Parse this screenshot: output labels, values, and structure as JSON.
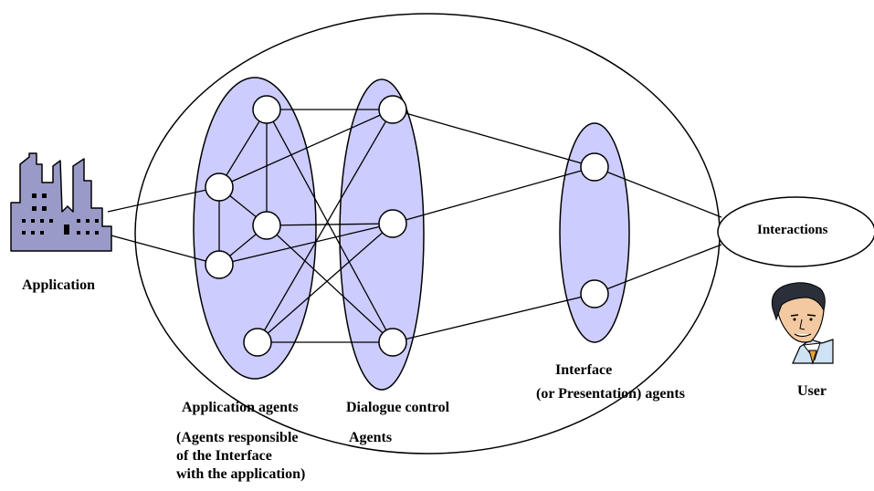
{
  "labels": {
    "application": "Application",
    "interactions": "Interactions",
    "user": "User",
    "interface_agents_line1": "Interface",
    "interface_agents_line2": "(or Presentation) agents",
    "application_agents": "Application agents",
    "application_agents_note_line1": "(Agents responsible",
    "application_agents_note_line2": "of the Interface",
    "application_agents_note_line3": "with the application)",
    "dialogue_control_line1": "Dialogue  control",
    "dialogue_control_line2": "Agents"
  },
  "colors": {
    "agent_group_fill": "#ccccff",
    "line": "#000000",
    "node_fill": "#ffffff",
    "factory_fill": "#9a9ac8"
  },
  "icons": {
    "application": "factory-icon",
    "user": "man-portrait-icon"
  }
}
